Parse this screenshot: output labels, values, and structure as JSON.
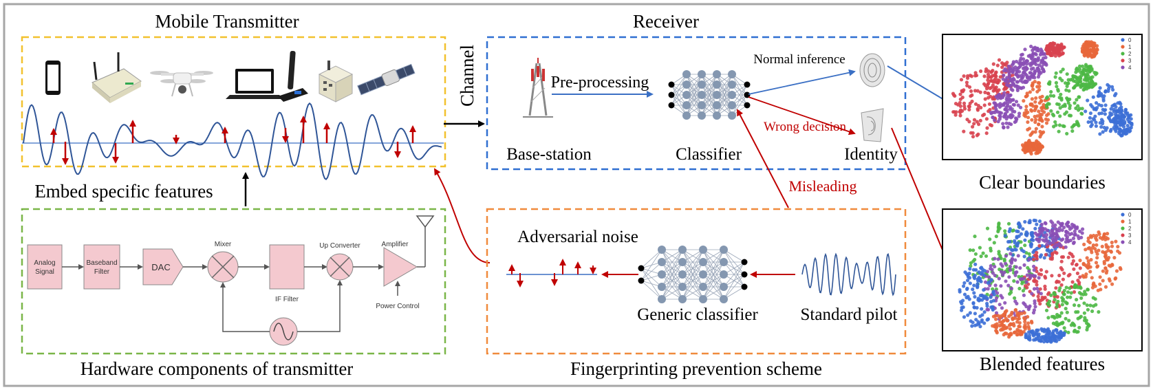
{
  "transmitter": {
    "title": "Mobile Transmitter",
    "devices": [
      "smartphone-icon",
      "wifi-router-icon",
      "drone-icon",
      "laptop-icon",
      "usb-dongle-icon",
      "base-unit-icon",
      "satellite-icon"
    ],
    "embed_label": "Embed specific features"
  },
  "channel_label": "Channel",
  "receiver": {
    "title": "Receiver",
    "preprocessing": "Pre-processing",
    "base_station": "Base-station",
    "classifier": "Classifier",
    "identity": "Identity",
    "normal_inference": "Normal inference",
    "wrong_decision": "Wrong decision"
  },
  "misleading_label": "Misleading",
  "hardware": {
    "caption": "Hardware components of transmitter",
    "blocks": {
      "analog_signal": [
        "Analog",
        "Signal"
      ],
      "baseband_filter": [
        "Baseband",
        "Filter"
      ],
      "dac": "DAC",
      "mixer": "Mixer",
      "if_filter": "IF Filter",
      "up_converter": "Up Converter",
      "amplifier": "Amplifier",
      "power_control": "Power Control"
    }
  },
  "prevention": {
    "caption": "Fingerprinting prevention scheme",
    "adversarial_noise": "Adversarial noise",
    "generic_classifier": "Generic classifier",
    "standard_pilot": "Standard pilot"
  },
  "plots": {
    "clear": {
      "caption": "Clear boundaries",
      "legend": [
        "0",
        "1",
        "2",
        "3",
        "4"
      ]
    },
    "blended": {
      "caption": "Blended features",
      "legend": [
        "0",
        "1",
        "2",
        "3",
        "4"
      ]
    }
  },
  "colors": {
    "yellow_box": "#f2c12e",
    "blue_box": "#2f6fd1",
    "green_box": "#7ab648",
    "orange_box": "#f08a3c",
    "red_arrow": "#c00000",
    "blue_arrow": "#3a6fc4",
    "block_fill": "#f4c9cf",
    "cls0": "#3c6fd6",
    "cls1": "#e8673b",
    "cls2": "#4db845",
    "cls3": "#d8424f",
    "cls4": "#8a4fb5"
  }
}
